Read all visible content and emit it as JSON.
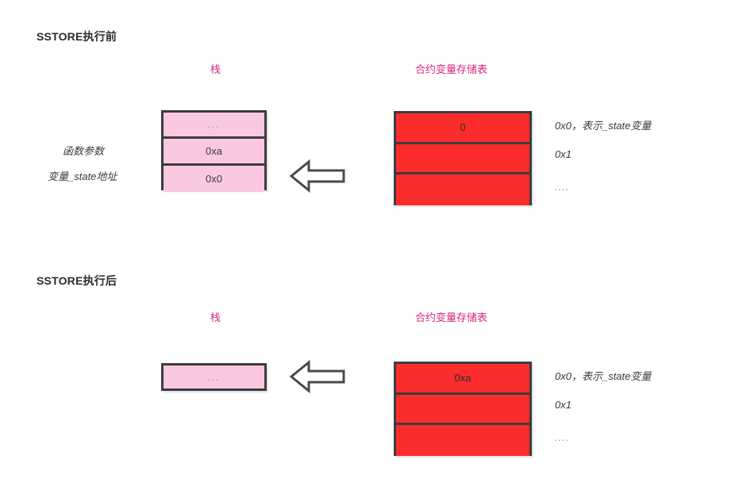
{
  "diagram": {
    "background": "#ffffff",
    "accent_magenta": "#d6287e",
    "stack_fill": "#fac9e1",
    "storage_fill": "#fb2c2c",
    "outline": "#3d3b3e"
  },
  "sections": [
    {
      "title": "SSTORE执行前",
      "stack_caption": "栈",
      "storage_caption": "合约变量存储表",
      "stack_cells": [
        "...",
        "0xa",
        "0x0"
      ],
      "stack_side_labels": [
        "函数参数",
        "变量_state地址"
      ],
      "storage_cells": [
        "0",
        "",
        ""
      ],
      "storage_side_labels": [
        "0x0，表示_state变量",
        "0x1",
        "...."
      ],
      "arrow": "left-arrow-icon"
    },
    {
      "title": "SSTORE执行后",
      "stack_caption": "栈",
      "storage_caption": "合约变量存储表",
      "stack_cells": [
        "..."
      ],
      "stack_side_labels": [],
      "storage_cells": [
        "0xa",
        "",
        ""
      ],
      "storage_side_labels": [
        "0x0，表示_state变量",
        "0x1",
        "...."
      ],
      "arrow": "left-arrow-icon"
    }
  ]
}
